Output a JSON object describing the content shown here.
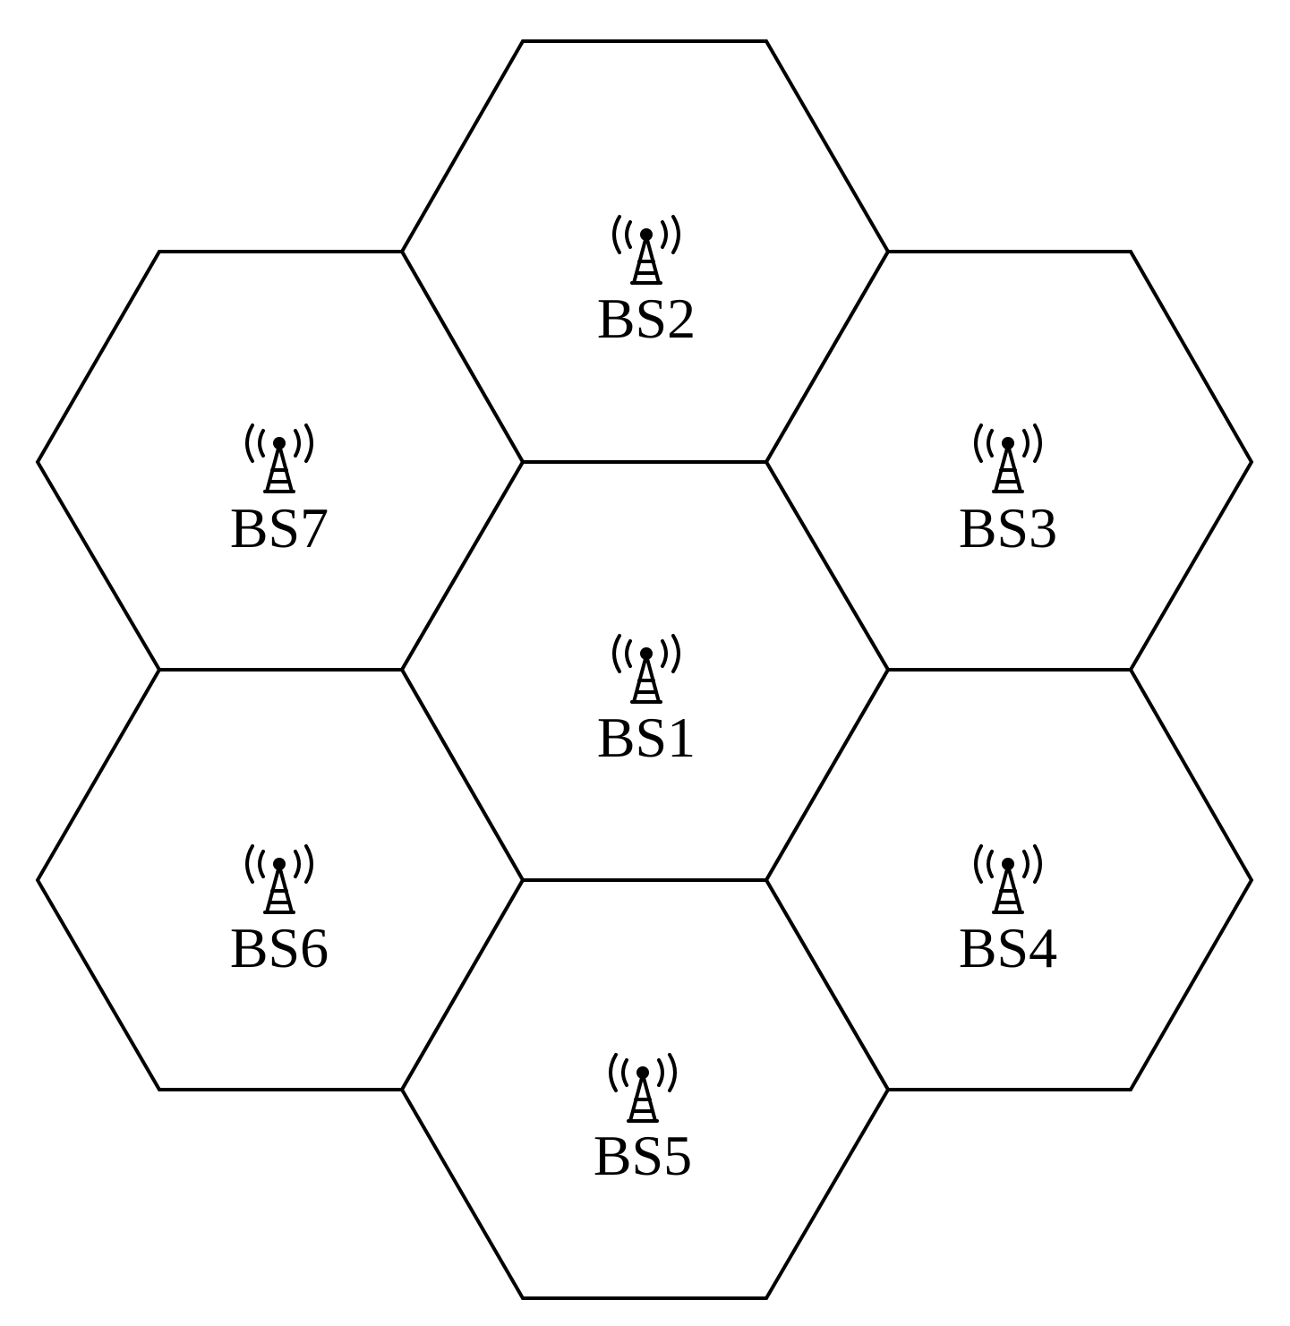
{
  "diagram": {
    "colors": {
      "line": "#000000",
      "background": "#ffffff",
      "text": "#000000"
    },
    "icon": "cell-tower-icon",
    "cells": [
      {
        "id": "bs1",
        "label": "BS1"
      },
      {
        "id": "bs2",
        "label": "BS2"
      },
      {
        "id": "bs3",
        "label": "BS3"
      },
      {
        "id": "bs4",
        "label": "BS4"
      },
      {
        "id": "bs5",
        "label": "BS5"
      },
      {
        "id": "bs6",
        "label": "BS6"
      },
      {
        "id": "bs7",
        "label": "BS7"
      }
    ]
  }
}
